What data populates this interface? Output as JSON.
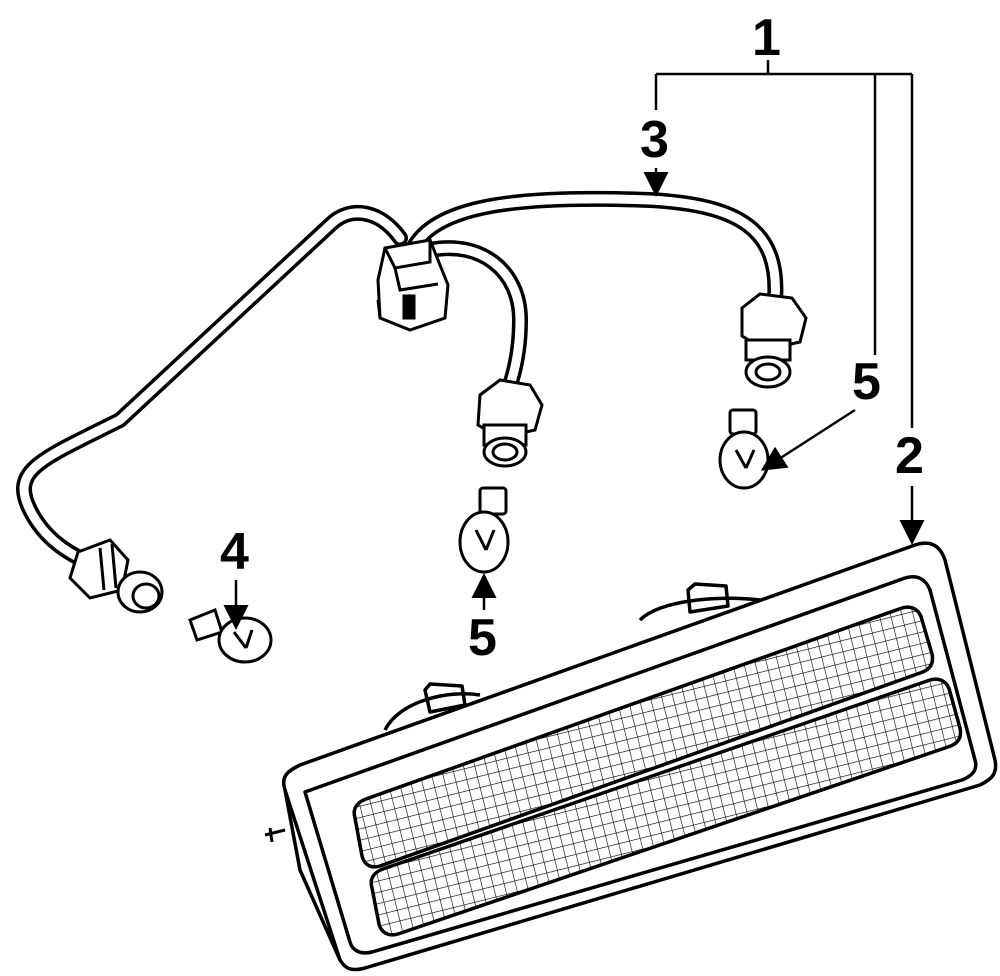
{
  "callouts": {
    "c1": "1",
    "c2": "2",
    "c3": "3",
    "c4": "4",
    "c5a": "5",
    "c5b": "5"
  },
  "colors": {
    "ink": "#000000",
    "paper": "#ffffff"
  }
}
